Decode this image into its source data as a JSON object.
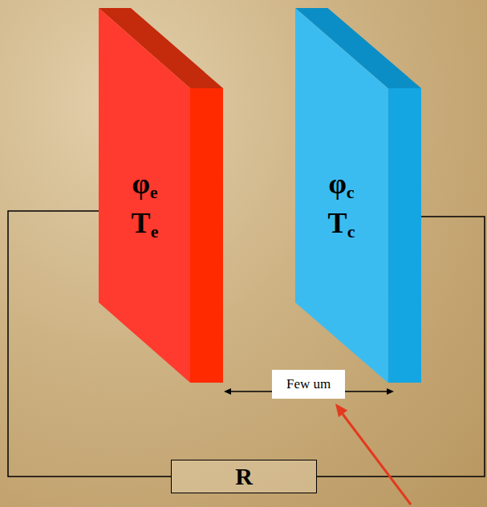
{
  "diagram": {
    "nodes": [
      {
        "text": [
          "φe",
          "Te"
        ]
      },
      {
        "text": [
          "φc",
          "Tc"
        ]
      },
      {
        "text": [
          "Few um"
        ]
      },
      {
        "text": [
          "R"
        ]
      }
    ],
    "edges": [
      {
        "from": 0,
        "to": 3,
        "arrow": "none"
      },
      {
        "from": 3,
        "to": 1,
        "arrow": "none"
      }
    ]
  }
}
